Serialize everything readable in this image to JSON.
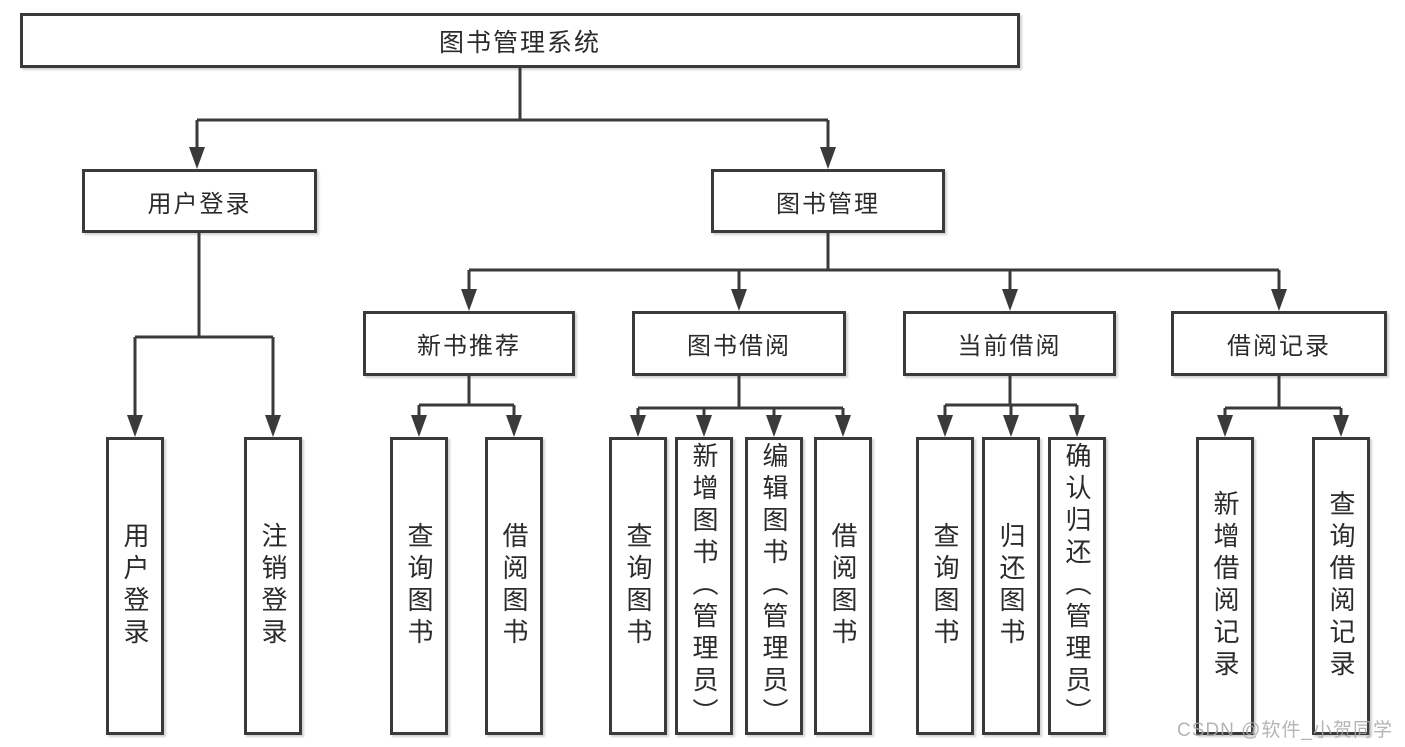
{
  "title": "图书管理系统",
  "tree": {
    "root": {
      "label": "图书管理系统"
    },
    "branches": [
      {
        "label": "用户登录",
        "children": [
          {
            "label": "用户登录"
          },
          {
            "label": "注销登录"
          }
        ]
      },
      {
        "label": "图书管理",
        "children": [
          {
            "label": "新书推荐",
            "children": [
              {
                "label": "查询图书"
              },
              {
                "label": "借阅图书"
              }
            ]
          },
          {
            "label": "图书借阅",
            "children": [
              {
                "label": "查询图书"
              },
              {
                "label": "新增图书（管理员）"
              },
              {
                "label": "编辑图书（管理员）"
              },
              {
                "label": "借阅图书"
              }
            ]
          },
          {
            "label": "当前借阅",
            "children": [
              {
                "label": "查询图书"
              },
              {
                "label": "归还图书"
              },
              {
                "label": "确认归还（管理员）"
              }
            ]
          },
          {
            "label": "借阅记录",
            "children": [
              {
                "label": "新增借阅记录"
              },
              {
                "label": "查询借阅记录"
              }
            ]
          }
        ]
      }
    ]
  },
  "watermark": "CSDN @软件_小贺同学",
  "colors": {
    "line": "#3a3a3a",
    "box_border": "#3a3a3a",
    "box_background": "#ffffff",
    "text": "#2b2b2b",
    "watermark": "#a8a8a8"
  }
}
